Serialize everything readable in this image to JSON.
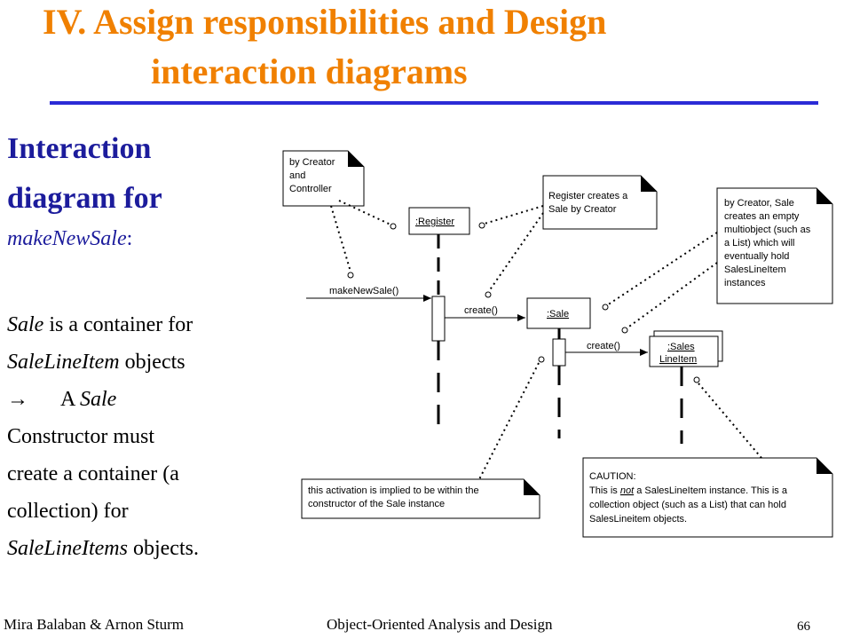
{
  "slide": {
    "title_line1": "IV. Assign responsibilities and Design",
    "title_line2": "interaction diagrams",
    "heading_line1": "Interaction",
    "heading_line2": "diagram for",
    "subheading": "makeNewSale",
    "subheading_suffix": ":",
    "body": {
      "l1_italic": "Sale",
      "l1_rest": " is a container for",
      "l2_italic": "SaleLineItem",
      "l2_rest": " objects",
      "l3_arrow": "→",
      "l3_text": "A ",
      "l3_italic": "Sale",
      "l4": "Constructor must",
      "l5": "create a container (a",
      "l6": "collection) for",
      "l7_italic": "SaleLineItems",
      "l7_rest": " objects."
    }
  },
  "diagram": {
    "notes": {
      "creator_controller": [
        "by Creator",
        "and",
        "Controller"
      ],
      "register_creates": [
        "Register creates a",
        "Sale by Creator"
      ],
      "creator_sale": [
        "by Creator, Sale",
        "creates an empty",
        "multiobject (such as",
        "a List) which will",
        "eventually hold",
        "SalesLineItem",
        "instances"
      ],
      "activation_note": [
        "this activation is implied to be within the",
        "constructor of the Sale instance"
      ],
      "caution": [
        "CAUTION:",
        "This is ",
        "not",
        " a SalesLineItem instance. This is a",
        "collection object (such as a List) that can hold",
        "SalesLineitem objects."
      ]
    },
    "objects": {
      "register": ":Register",
      "sale": ":Sale",
      "sales_lineitem_1": ":Sales",
      "sales_lineitem_2": "LineItem"
    },
    "messages": {
      "make_new_sale": "makeNewSale()",
      "create_sale": "create()",
      "create_list": "create()"
    }
  },
  "footer": {
    "authors": "Mira Balaban  &  Arnon Sturm",
    "course": "Object-Oriented Analysis and Design",
    "page": "66"
  }
}
